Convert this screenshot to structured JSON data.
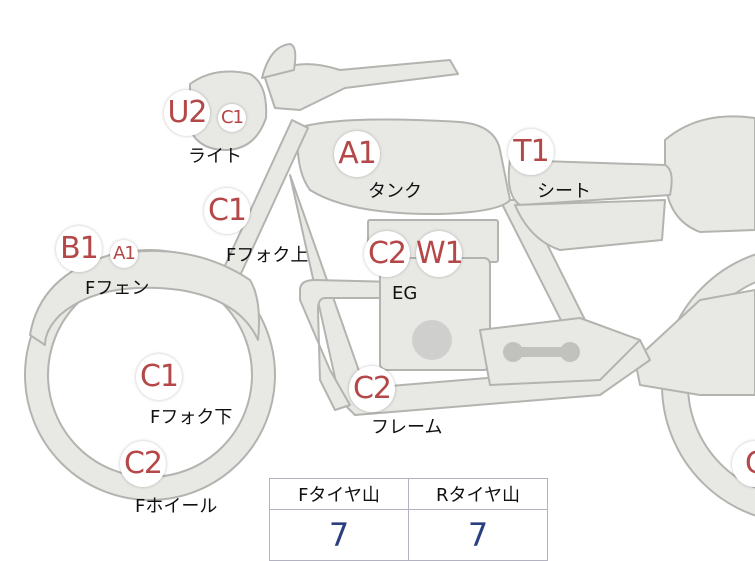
{
  "colors": {
    "grade": "#b44747",
    "part_fill": "#e8e9e5",
    "part_stroke": "#b3b4b0",
    "tire_value": "#2b3f80"
  },
  "badges": {
    "light_main": "U2",
    "light_sub": "C1",
    "tank": "A1",
    "seat": "T1",
    "fork_upper": "C1",
    "fender_main": "B1",
    "fender_sub": "A1",
    "engine_a": "C2",
    "engine_b": "W1",
    "fork_lower": "C1",
    "frame": "C2",
    "wheel": "C2",
    "rear_cut": "C"
  },
  "parts": {
    "light": "ライト",
    "tank": "タンク",
    "seat": "シート",
    "fork_upper": "Fフォク上",
    "fender": "Fフェン",
    "engine": "EG",
    "fork_lower": "Fフォク下",
    "frame": "フレーム",
    "wheel": "Fホイール"
  },
  "tire_table": {
    "front_header": "Fタイヤ山",
    "rear_header": "Rタイヤ山",
    "front_value": "7",
    "rear_value": "7"
  }
}
